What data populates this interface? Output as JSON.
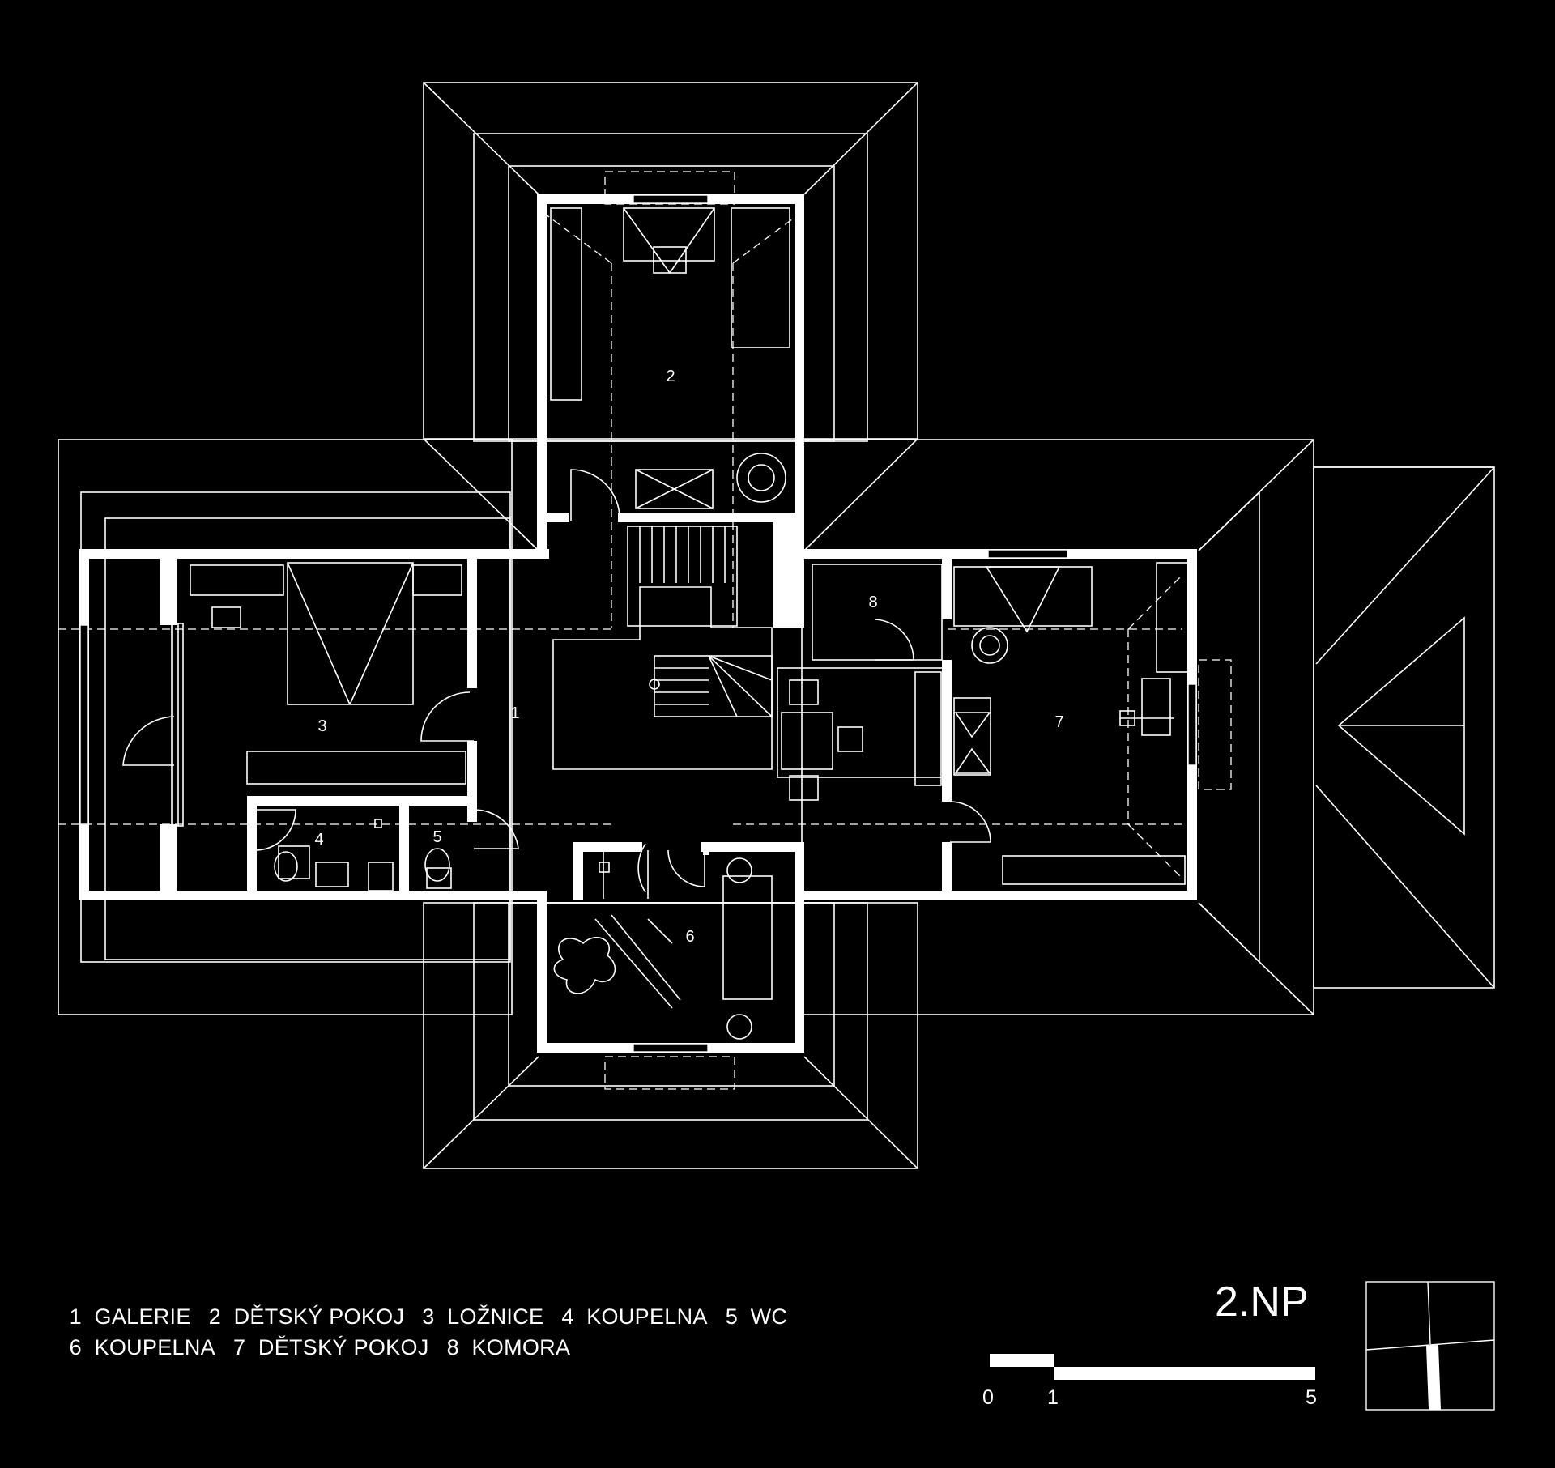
{
  "floor": {
    "label": "2.NP"
  },
  "rooms": [
    {
      "number": "1",
      "name": "GALERIE"
    },
    {
      "number": "2",
      "name": "DĚTSKÝ POKOJ"
    },
    {
      "number": "3",
      "name": "LOŽNICE"
    },
    {
      "number": "4",
      "name": "KOUPELNA"
    },
    {
      "number": "5",
      "name": "WC"
    },
    {
      "number": "6",
      "name": "KOUPELNA"
    },
    {
      "number": "7",
      "name": "DĚTSKÝ POKOJ"
    },
    {
      "number": "8",
      "name": "KOMORA"
    }
  ],
  "legend": {
    "line1": [
      "1  GALERIE",
      "2  DĚTSKÝ POKOJ",
      "3  LOŽNICE",
      "4  KOUPELNA",
      "5  WC"
    ],
    "line2": [
      "6  KOUPELNA",
      "7  DĚTSKÝ POKOJ",
      "8  KOMORA"
    ]
  },
  "scale": {
    "labels": [
      "0",
      "1",
      "5"
    ]
  },
  "colors": {
    "background": "#000000",
    "lines": "#ffffff"
  }
}
